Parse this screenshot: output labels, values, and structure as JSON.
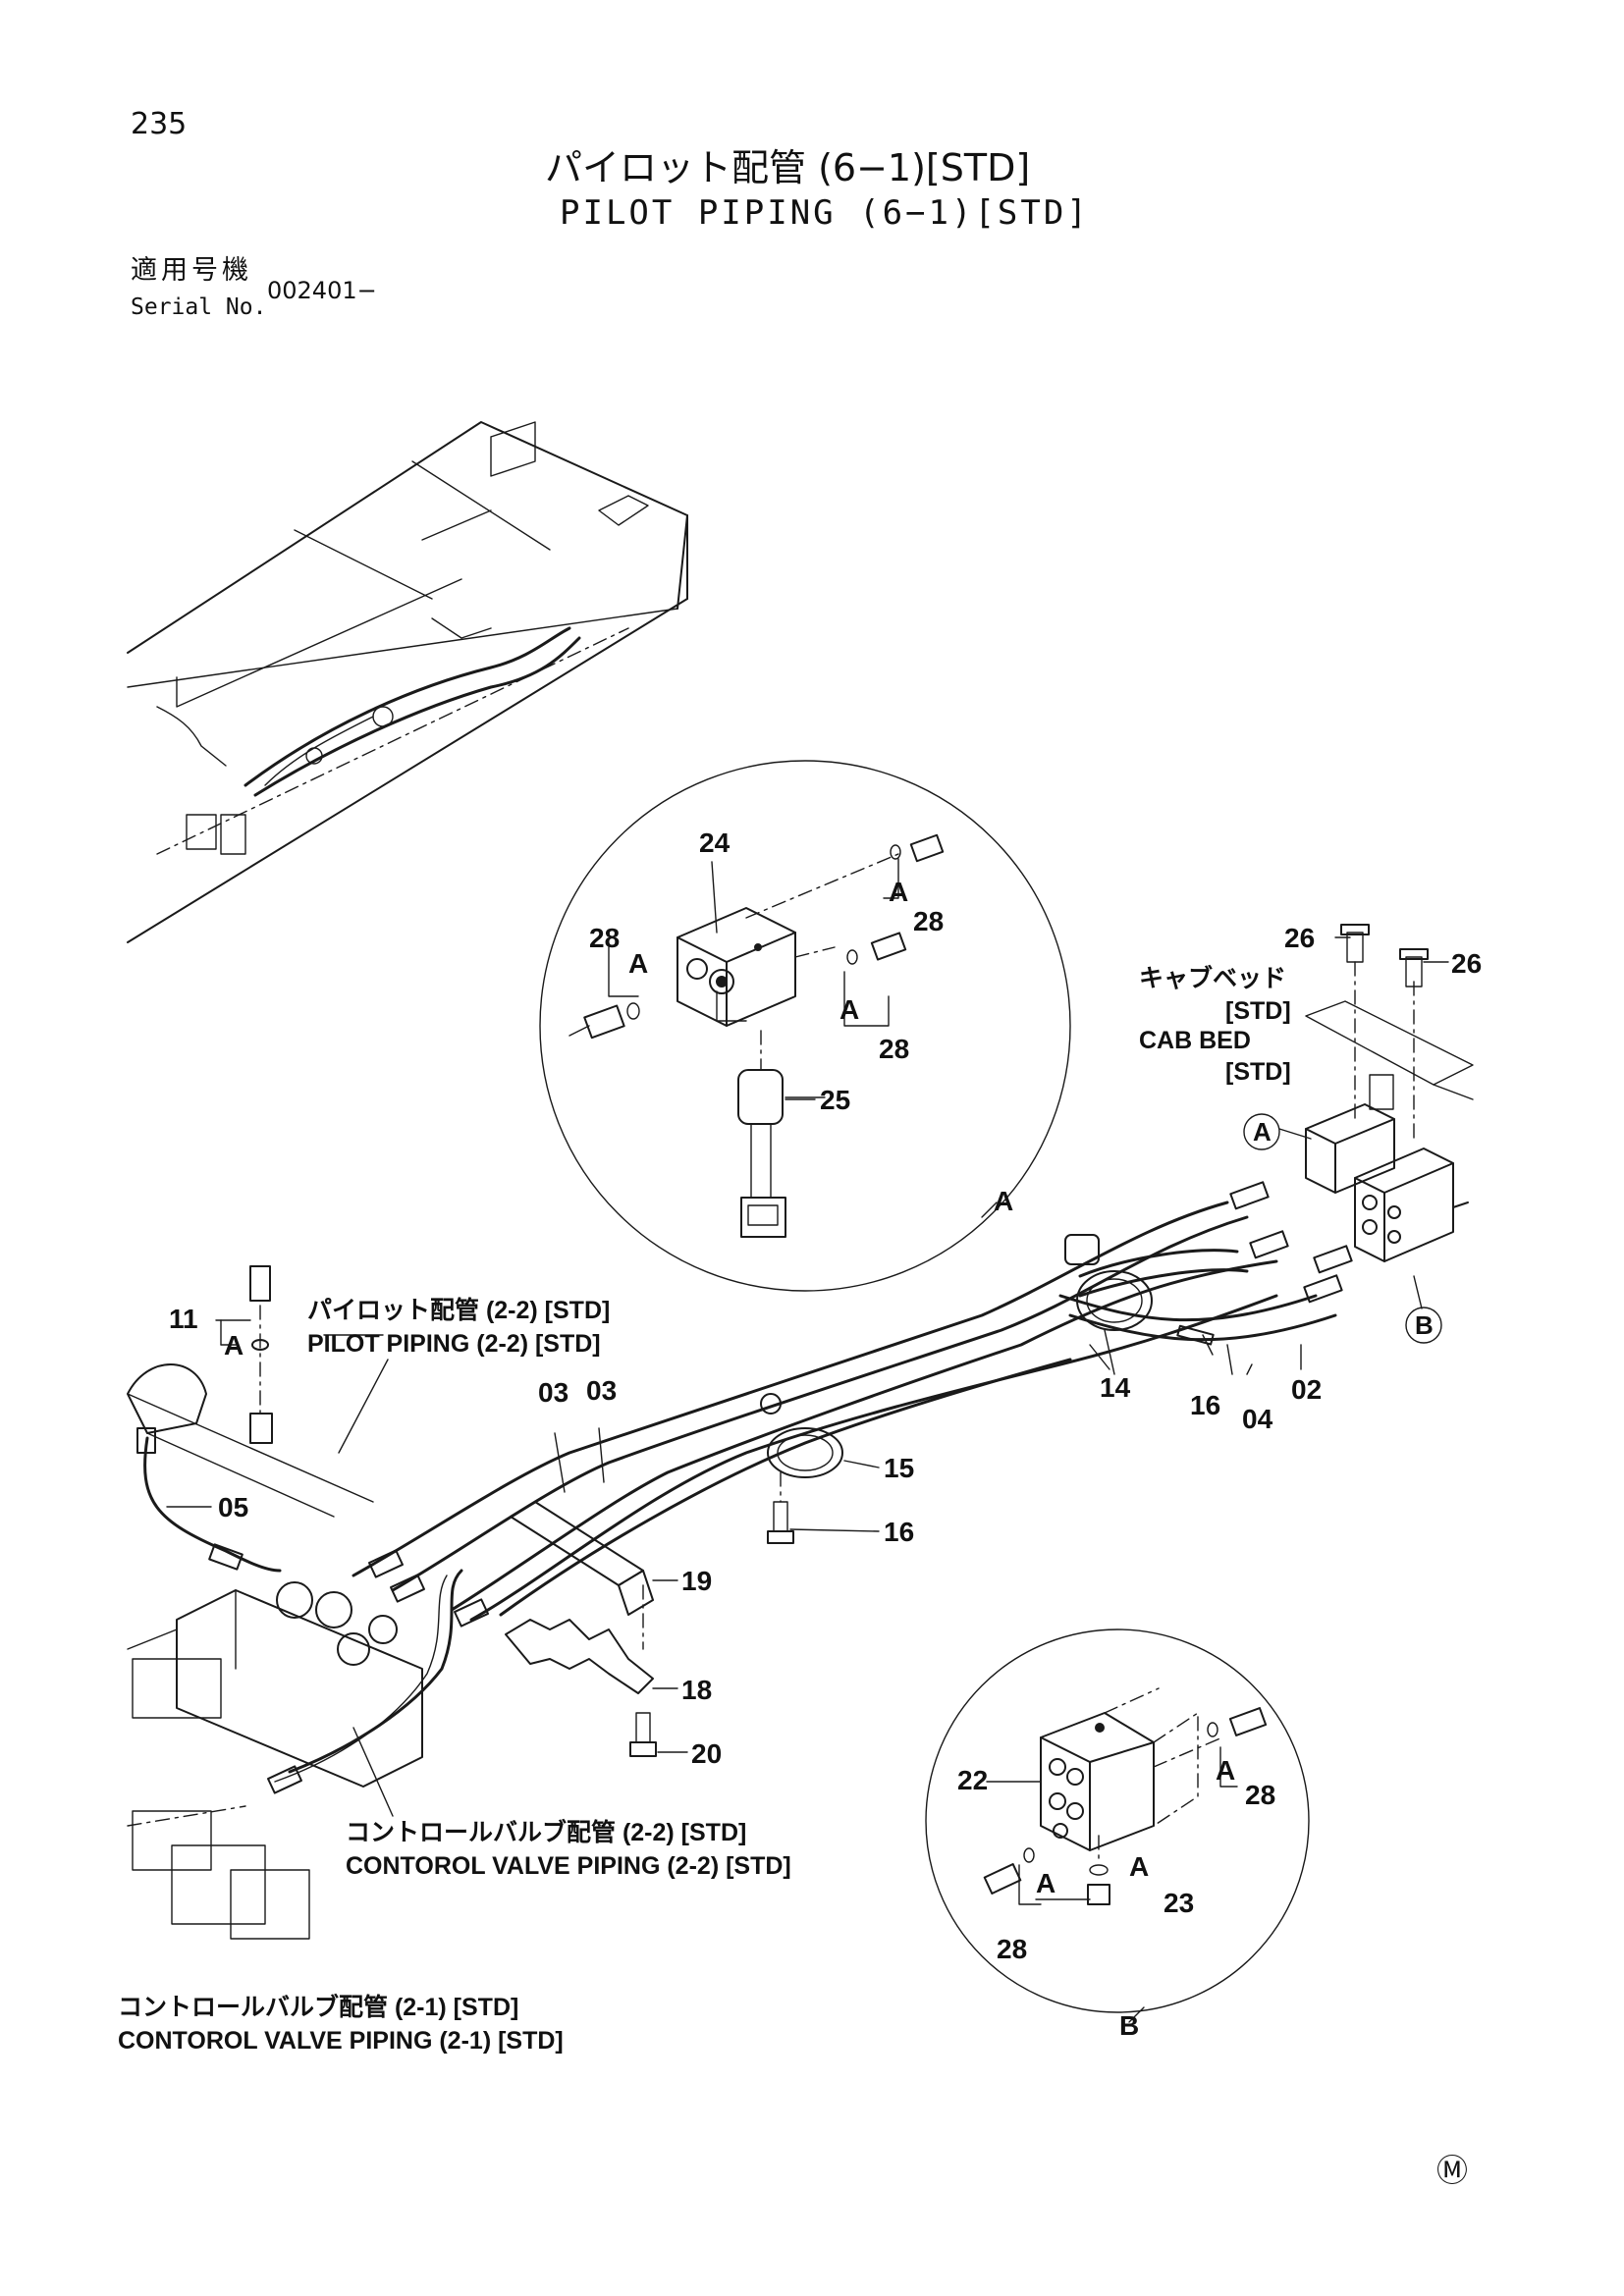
{
  "page_number": "235",
  "title_jp": "パイロット配管 (6−1)[STD]",
  "title_en": "PILOT PIPING (6−1)[STD]",
  "serial": {
    "label_jp": "適用号機",
    "label_en": "Serial No.",
    "value": "002401−"
  },
  "notes": {
    "cab_bed_jp": "キャブベッド",
    "cab_bed_std_1": "[STD]",
    "cab_bed_en": "CAB BED",
    "cab_bed_std_2": "[STD]",
    "pilot_22_jp": "パイロット配管 (2-2) [STD]",
    "pilot_22_en": "PILOT PIPING (2-2) [STD]",
    "cv_22_jp": "コントロールバルブ配管 (2-2) [STD]",
    "cv_22_en": "CONTOROL VALVE PIPING (2-2) [STD]",
    "cv_21_jp": "コントロールバルブ配管 (2-1) [STD]",
    "cv_21_en": "CONTOROL VALVE PIPING (2-1) [STD]"
  },
  "callouts": {
    "p24": "24",
    "p28a": "28",
    "p28b": "28",
    "p28c": "28",
    "p25": "25",
    "pA1": "A",
    "pA2": "A",
    "pA3": "A",
    "detailA": "A",
    "p26a": "26",
    "p26b": "26",
    "markerA": "A",
    "markerB": "B",
    "p11": "11",
    "pA4": "A",
    "p05": "05",
    "p03a": "03",
    "p03b": "03",
    "p14": "14",
    "p16a": "16",
    "p04": "04",
    "p02": "02",
    "p15": "15",
    "p16b": "16",
    "p19": "19",
    "p18": "18",
    "p20": "20",
    "p22": "22",
    "p28d": "28",
    "p28e": "28",
    "pA5": "A",
    "pA6": "A",
    "pA7": "A",
    "p23": "23",
    "detailB": "B"
  },
  "mark": "Ⓜ"
}
